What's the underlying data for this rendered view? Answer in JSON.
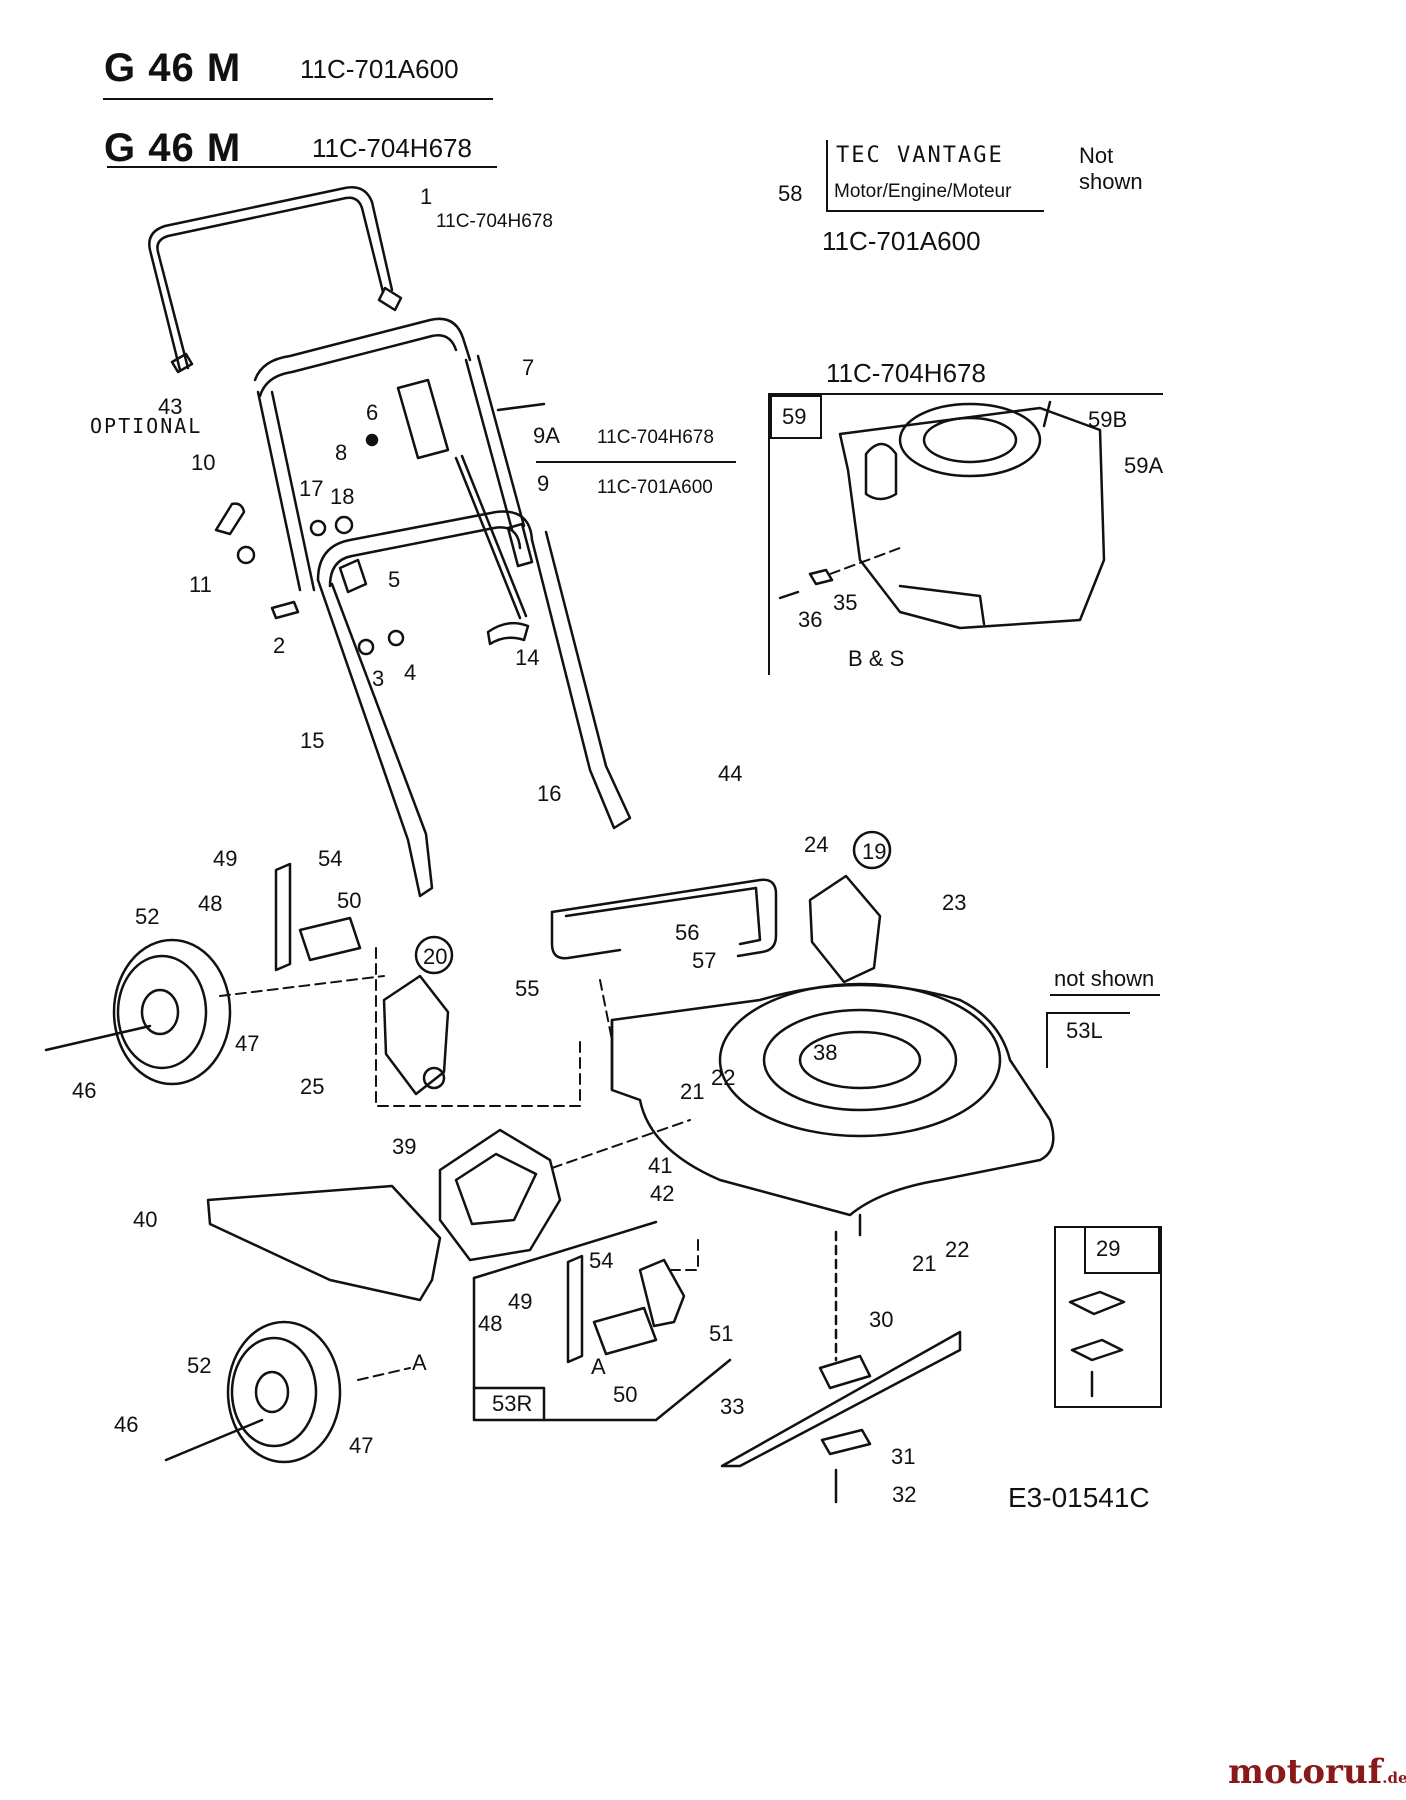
{
  "header": {
    "model_1": "G 46 M",
    "code_1": "11C-701A600",
    "model_2": "G 46 M",
    "code_2": "11C-704H678"
  },
  "engine_note": {
    "ref": "58",
    "brand": "TEC VANTAGE",
    "desc": "Motor/Engine/Moteur",
    "status_line1": "Not",
    "status_line2": "shown",
    "code": "11C-701A600"
  },
  "engine_box": {
    "code": "11C-704H678",
    "ref": "59",
    "maker": "B & S"
  },
  "handle_codes": {
    "handle_top": "11C-704H678",
    "cable_a": "11C-704H678",
    "cable_b": "11C-701A600",
    "optional": "OPTIONAL"
  },
  "not_shown": {
    "label": "not shown",
    "ref": "53L"
  },
  "kit_box": {
    "ref": "53R"
  },
  "fig29": {
    "ref": "29"
  },
  "letters": {
    "a1": "A",
    "a2": "A"
  },
  "diagram_id": "E3-01541C",
  "watermark": {
    "brand": "motoruf",
    "tld": ".de"
  },
  "callouts": [
    "1",
    "43",
    "10",
    "11",
    "2",
    "17",
    "18",
    "5",
    "3",
    "4",
    "6",
    "8",
    "7",
    "9A",
    "9",
    "14",
    "15",
    "16",
    "44",
    "24",
    "19",
    "23",
    "49",
    "54",
    "52",
    "48",
    "50",
    "47",
    "46",
    "20",
    "25",
    "56",
    "57",
    "55",
    "21",
    "22",
    "38",
    "39",
    "40",
    "41",
    "42",
    "21",
    "22",
    "54",
    "49",
    "48",
    "51",
    "50",
    "52",
    "46",
    "47",
    "30",
    "33",
    "31",
    "32",
    "59B",
    "59A",
    "35",
    "36"
  ]
}
